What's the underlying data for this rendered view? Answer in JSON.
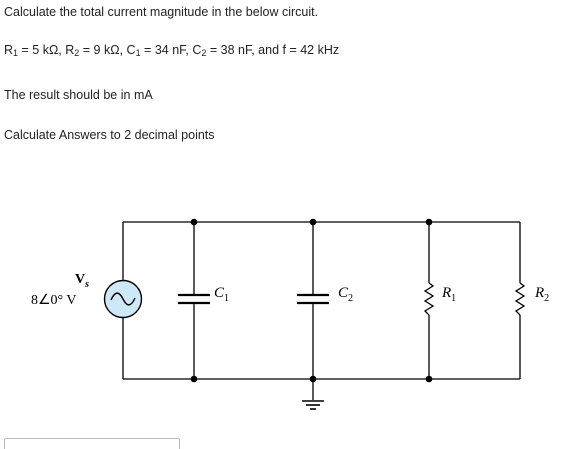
{
  "question": {
    "line1": "Calculate the total current magnitude in the below circuit.",
    "params": {
      "r1_label": "R",
      "r1_sub": "1",
      "r1_value": " = 5 kΩ, ",
      "r2_label": "R",
      "r2_sub": "2",
      "r2_value": " = 9 kΩ, ",
      "c1_label": "C",
      "c1_sub": "1",
      "c1_value": " = 34 nF, ",
      "c2_label": "C",
      "c2_sub": "2",
      "c2_value": " = 38 nF, and f = 42 kHz"
    },
    "line3": "The result should be in mA",
    "line4": "Calculate Answers to 2 decimal points"
  },
  "circuit": {
    "source": {
      "name": "V",
      "sub": "s",
      "value": "8∠0° V"
    },
    "c1": {
      "name": "C",
      "sub": "1"
    },
    "c2": {
      "name": "C",
      "sub": "2"
    },
    "r1": {
      "name": "R",
      "sub": "1"
    },
    "r2": {
      "name": "R",
      "sub": "2"
    },
    "colors": {
      "wire": "#000000",
      "source_fill": "#cfe8f7",
      "node": "#000000"
    }
  },
  "answer": {
    "value": ""
  }
}
